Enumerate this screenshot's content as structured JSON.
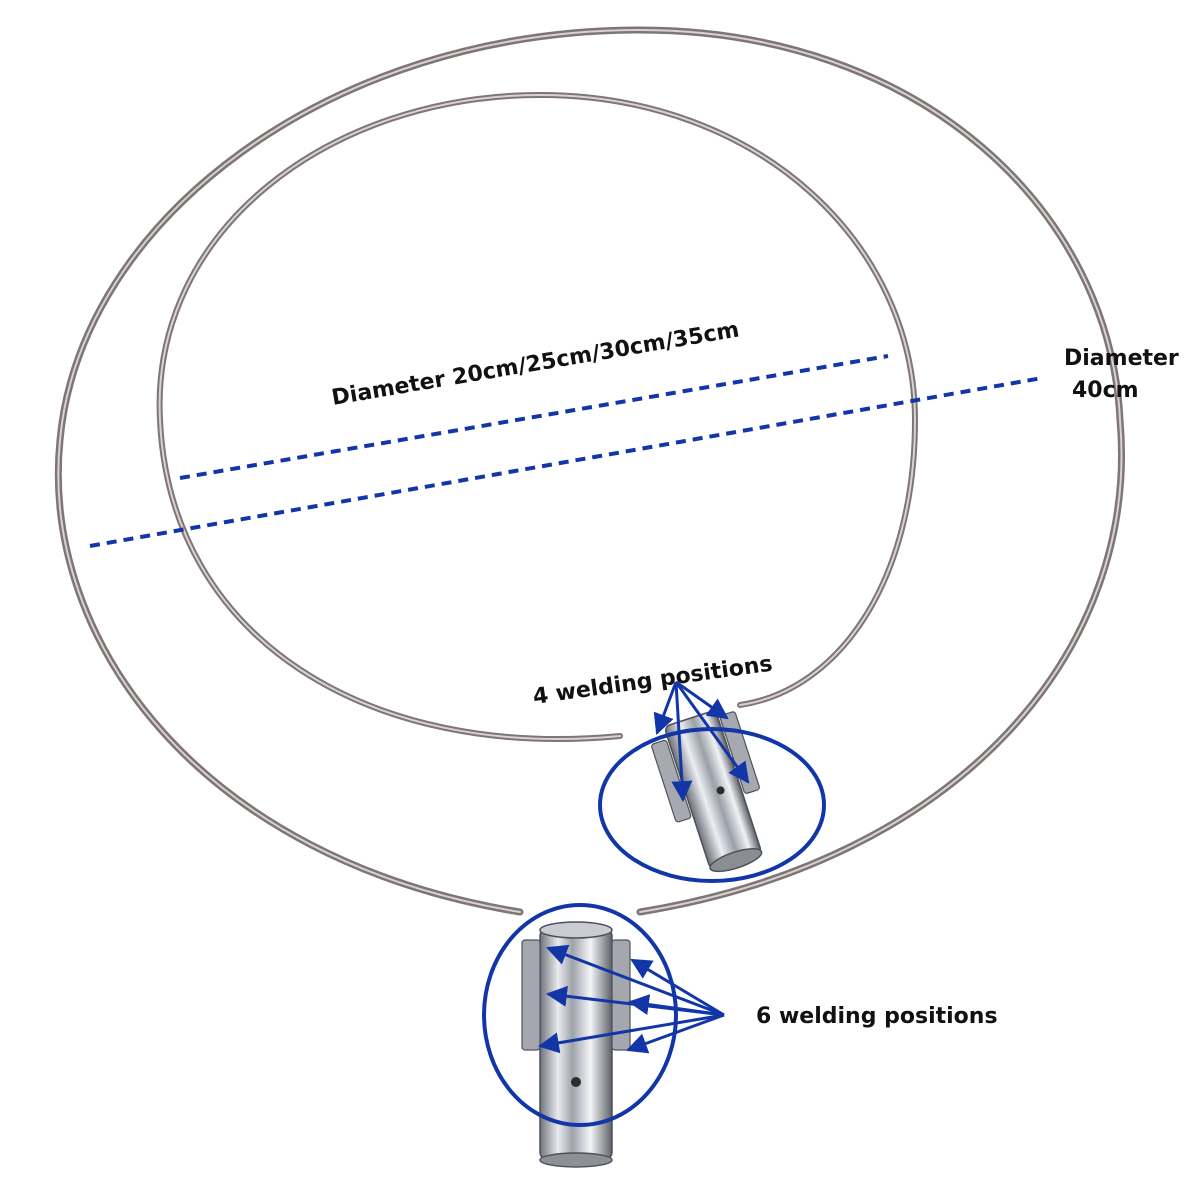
{
  "annotations": {
    "inner_diameter": "Diameter 20cm/25cm/30cm/35cm",
    "outer_diameter_line1": "Diameter",
    "outer_diameter_line2": "40cm",
    "four_welds": "4 welding positions",
    "six_welds": "6 welding positions"
  },
  "colors": {
    "ring_steel": "#8a7f7f",
    "ring_highlight": "#d8d2d2",
    "annotation_blue": "#1236a8",
    "label_text": "#111111",
    "tube_chrome": "#b9bcc3"
  }
}
